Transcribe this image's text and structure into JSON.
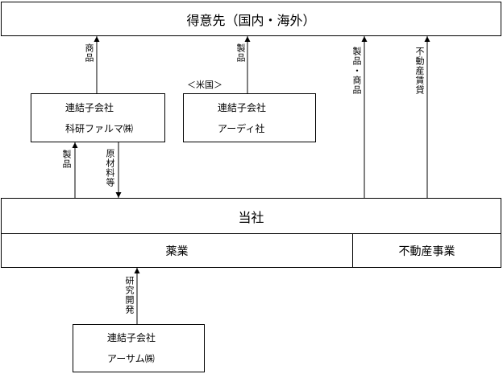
{
  "customers": {
    "label": "得意先（国内・海外）"
  },
  "company": {
    "label": "当社"
  },
  "segments": {
    "pharma": "薬業",
    "realestate": "不動産事業"
  },
  "subsidiaries": {
    "kaken": {
      "type": "連結子会社",
      "name": "科研ファルマ㈱"
    },
    "rd": {
      "region": "＜米国＞",
      "type": "連結子会社",
      "name": "アーディ社"
    },
    "asamu": {
      "type": "連結子会社",
      "name": "アーサム㈱"
    }
  },
  "flows": {
    "kaken_to_customers": "商品",
    "rd_to_customers": "製品",
    "company_to_customers_goods": "製品・商品",
    "company_to_customers_realestate": "不動産賃貸",
    "company_to_kaken_products": "製品",
    "kaken_to_company_materials": "原材料等",
    "asamu_to_pharma": "研究開発"
  }
}
